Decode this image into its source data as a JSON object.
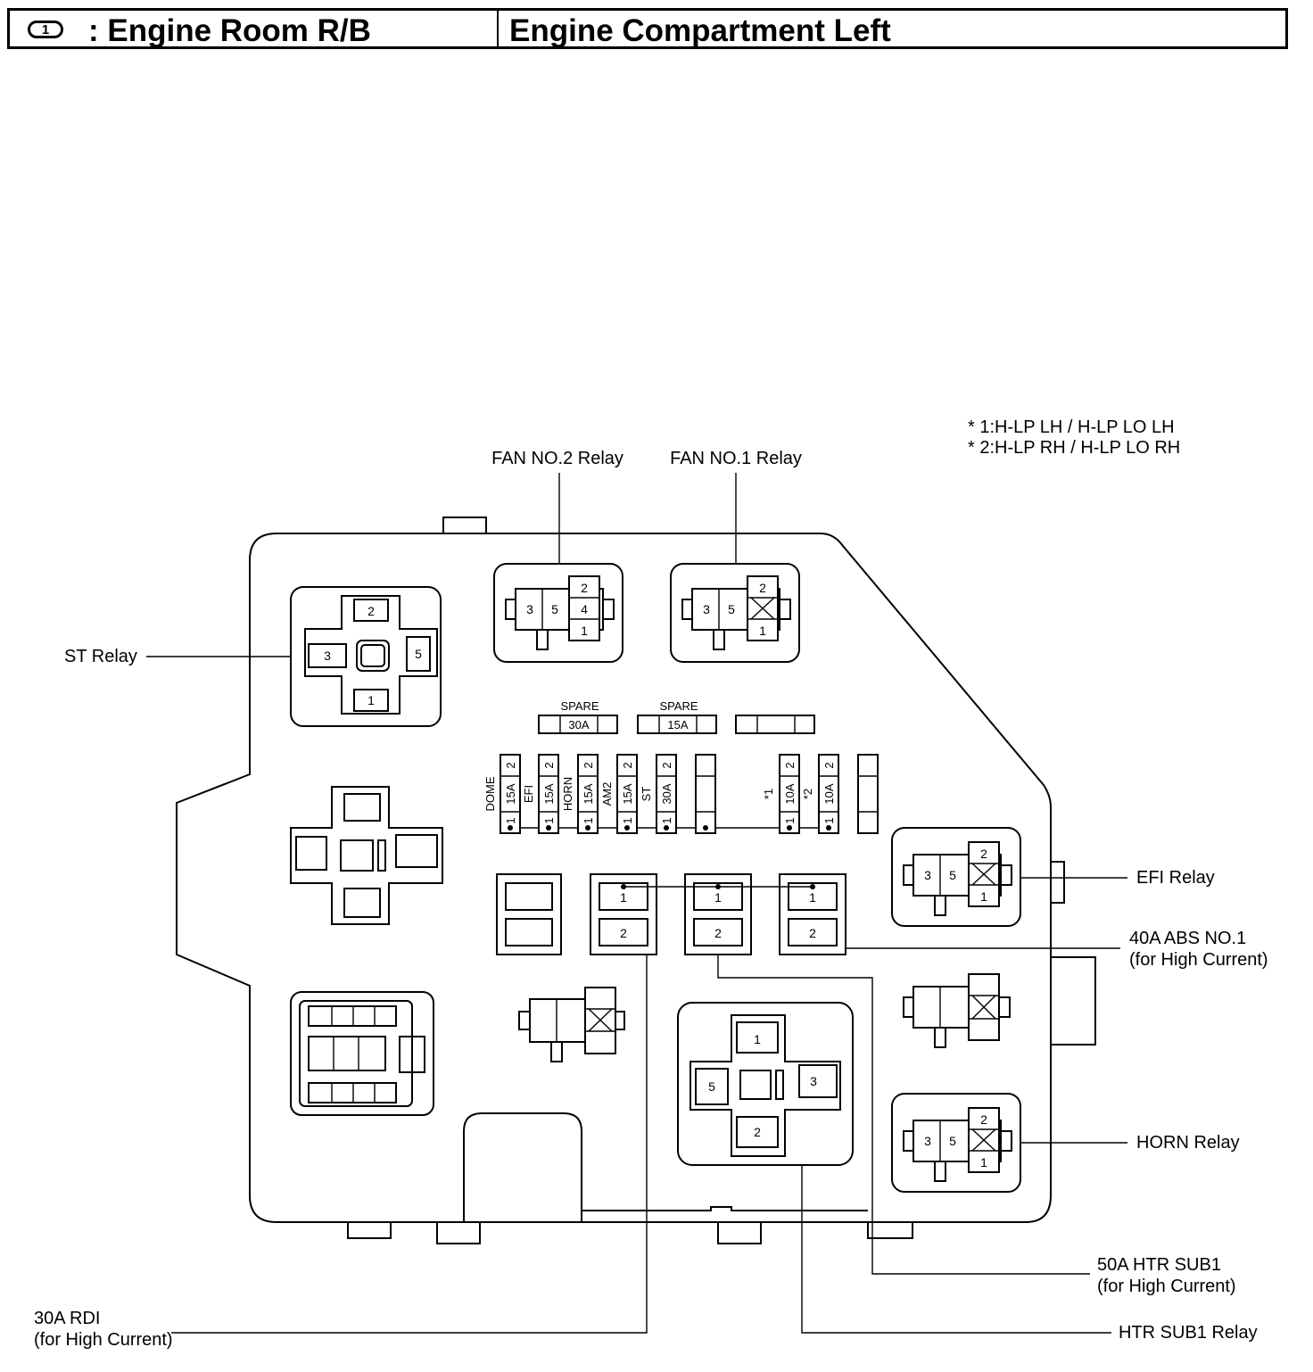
{
  "header": {
    "badge": "1",
    "title": ": Engine Room R/B",
    "location": "Engine Compartment Left"
  },
  "notes": [
    "* 1:H-LP LH / H-LP LO LH",
    "* 2:H-LP RH / H-LP LO RH"
  ],
  "labels": {
    "fan2_relay": "FAN NO.2 Relay",
    "fan1_relay": "FAN NO.1 Relay",
    "st_relay": "ST Relay",
    "efi_relay": "EFI Relay",
    "abs_line1": "40A ABS NO.1",
    "abs_line2": "(for High Current)",
    "horn_relay": "HORN Relay",
    "htr_sub1_line1": "50A HTR SUB1",
    "htr_sub1_line2": "(for High Current)",
    "rdi_line1": "30A RDI",
    "rdi_line2": "(for High Current)",
    "htr_sub1_relay": "HTR SUB1 Relay"
  },
  "spare_fuses": [
    {
      "label": "SPARE",
      "rating": "30A"
    },
    {
      "label": "SPARE",
      "rating": "15A"
    }
  ],
  "fuses": [
    {
      "name": "DOME",
      "rating": "15A",
      "top_pin": "2",
      "bottom_pin": "1"
    },
    {
      "name": "EFI",
      "rating": "15A",
      "top_pin": "2",
      "bottom_pin": "1"
    },
    {
      "name": "HORN",
      "rating": "15A",
      "top_pin": "2",
      "bottom_pin": "1"
    },
    {
      "name": "AM2",
      "rating": "15A",
      "top_pin": "2",
      "bottom_pin": "1"
    },
    {
      "name": "ST",
      "rating": "30A",
      "top_pin": "2",
      "bottom_pin": "1"
    },
    {
      "name": "*1",
      "rating": "10A",
      "top_pin": "2",
      "bottom_pin": "1"
    },
    {
      "name": "*2",
      "rating": "10A",
      "top_pin": "2",
      "bottom_pin": "1"
    }
  ],
  "pins": {
    "fan2": [
      "3",
      "5",
      "2",
      "4",
      "1"
    ],
    "fan1": [
      "3",
      "5",
      "2",
      "1"
    ],
    "st": [
      "2",
      "3",
      "5",
      "1"
    ],
    "efi": [
      "3",
      "5",
      "2",
      "1"
    ],
    "horn": [
      "3",
      "5",
      "2",
      "1"
    ],
    "htr": [
      "1",
      "5",
      "3",
      "2"
    ],
    "fusible_links": [
      "1",
      "2",
      "1",
      "2",
      "1",
      "2"
    ]
  }
}
